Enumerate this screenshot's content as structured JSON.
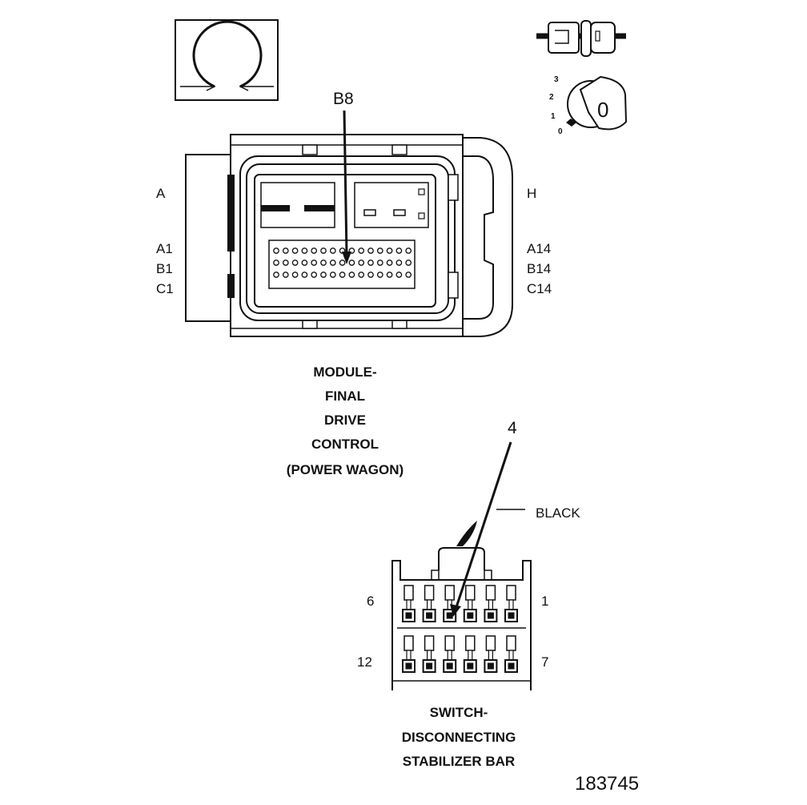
{
  "figure_id": "183745",
  "module_connector": {
    "pointer_label": "B8",
    "side_labels": {
      "a": "A",
      "h": "H",
      "a1": "A1",
      "b1": "B1",
      "c1": "C1",
      "a14": "A14",
      "b14": "B14",
      "c14": "C14"
    },
    "caption_lines": [
      "MODULE-",
      "FINAL",
      "DRIVE",
      "CONTROL",
      "(POWER WAGON)"
    ]
  },
  "key_position_icon": {
    "positions": [
      "3",
      "2",
      "1",
      "0"
    ],
    "key_label": "0"
  },
  "switch_connector": {
    "pointer_label": "4",
    "color_label": "BLACK",
    "pin_labels": {
      "top_left": "6",
      "top_right": "1",
      "bottom_left": "12",
      "bottom_right": "7"
    },
    "caption_lines": [
      "SWITCH-",
      "DISCONNECTING",
      "STABILIZER BAR"
    ]
  }
}
